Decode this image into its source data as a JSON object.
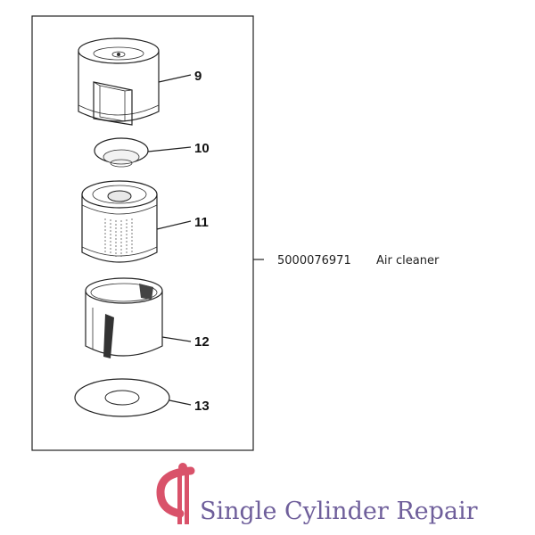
{
  "callouts": [
    {
      "num": "9"
    },
    {
      "num": "10"
    },
    {
      "num": "11"
    },
    {
      "num": "12"
    },
    {
      "num": "13"
    }
  ],
  "assembly": {
    "part_number": "5000076971",
    "part_name": "Air cleaner"
  },
  "logo": {
    "text": "Single Cylinder Repair",
    "color": "#6f5f9b",
    "mark_color": "#d9526a"
  }
}
